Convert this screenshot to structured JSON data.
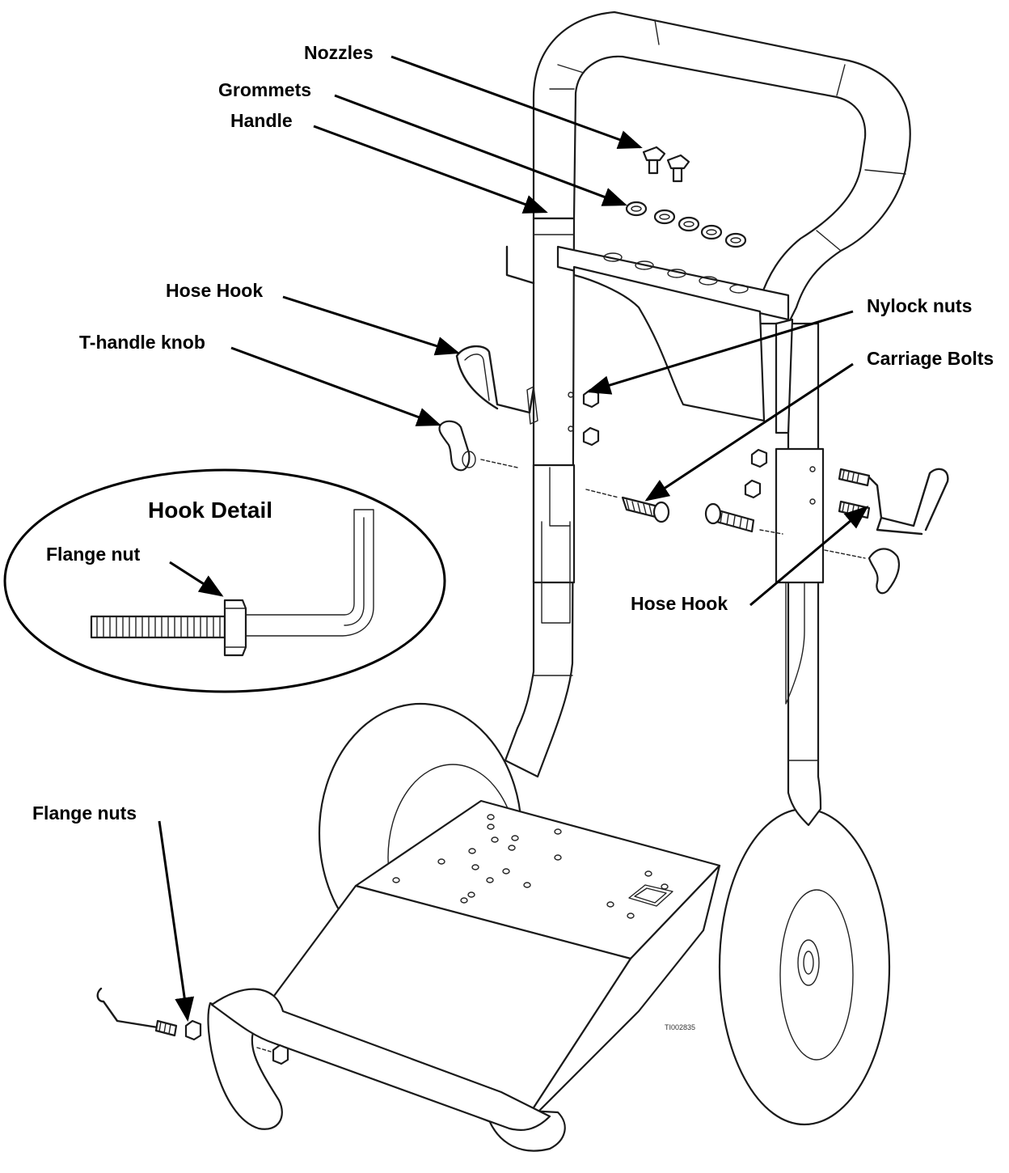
{
  "labels": {
    "nozzles": "Nozzles",
    "grommets": "Grommets",
    "handle": "Handle",
    "hose_hook_left": "Hose Hook",
    "t_handle_knob": "T-handle knob",
    "nylock_nuts": "Nylock nuts",
    "carriage_bolts": "Carriage Bolts",
    "hook_detail_title": "Hook Detail",
    "flange_nut": "Flange nut",
    "hose_hook_right": "Hose Hook",
    "flange_nuts": "Flange nuts",
    "figure_code": "TI002835"
  }
}
